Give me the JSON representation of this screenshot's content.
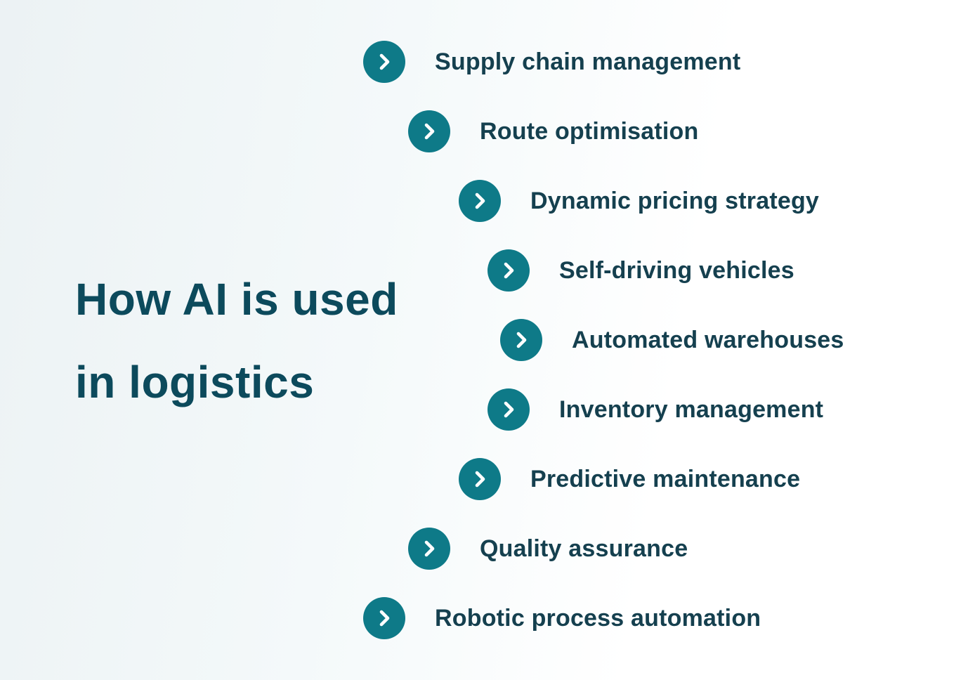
{
  "title": {
    "line1": "How AI is used",
    "line2": "in logistics"
  },
  "items": [
    {
      "icon": "chevron-right-icon",
      "label": "Supply chain management"
    },
    {
      "icon": "chevron-right-icon",
      "label": "Route optimisation"
    },
    {
      "icon": "chevron-right-icon",
      "label": "Dynamic pricing strategy"
    },
    {
      "icon": "chevron-right-icon",
      "label": "Self-driving vehicles"
    },
    {
      "icon": "chevron-right-icon",
      "label": "Automated warehouses"
    },
    {
      "icon": "chevron-right-icon",
      "label": "Inventory management"
    },
    {
      "icon": "chevron-right-icon",
      "label": "Predictive maintenance"
    },
    {
      "icon": "chevron-right-icon",
      "label": "Quality assurance"
    },
    {
      "icon": "chevron-right-icon",
      "label": "Robotic process automation"
    }
  ],
  "colors": {
    "accent_teal": "#0E7A88",
    "title_text": "#0C4A5C",
    "item_text": "#15404F",
    "chevron": "#FFFFFF",
    "background_left": "#ECF2F4",
    "background_right": "#FFFFFF"
  }
}
